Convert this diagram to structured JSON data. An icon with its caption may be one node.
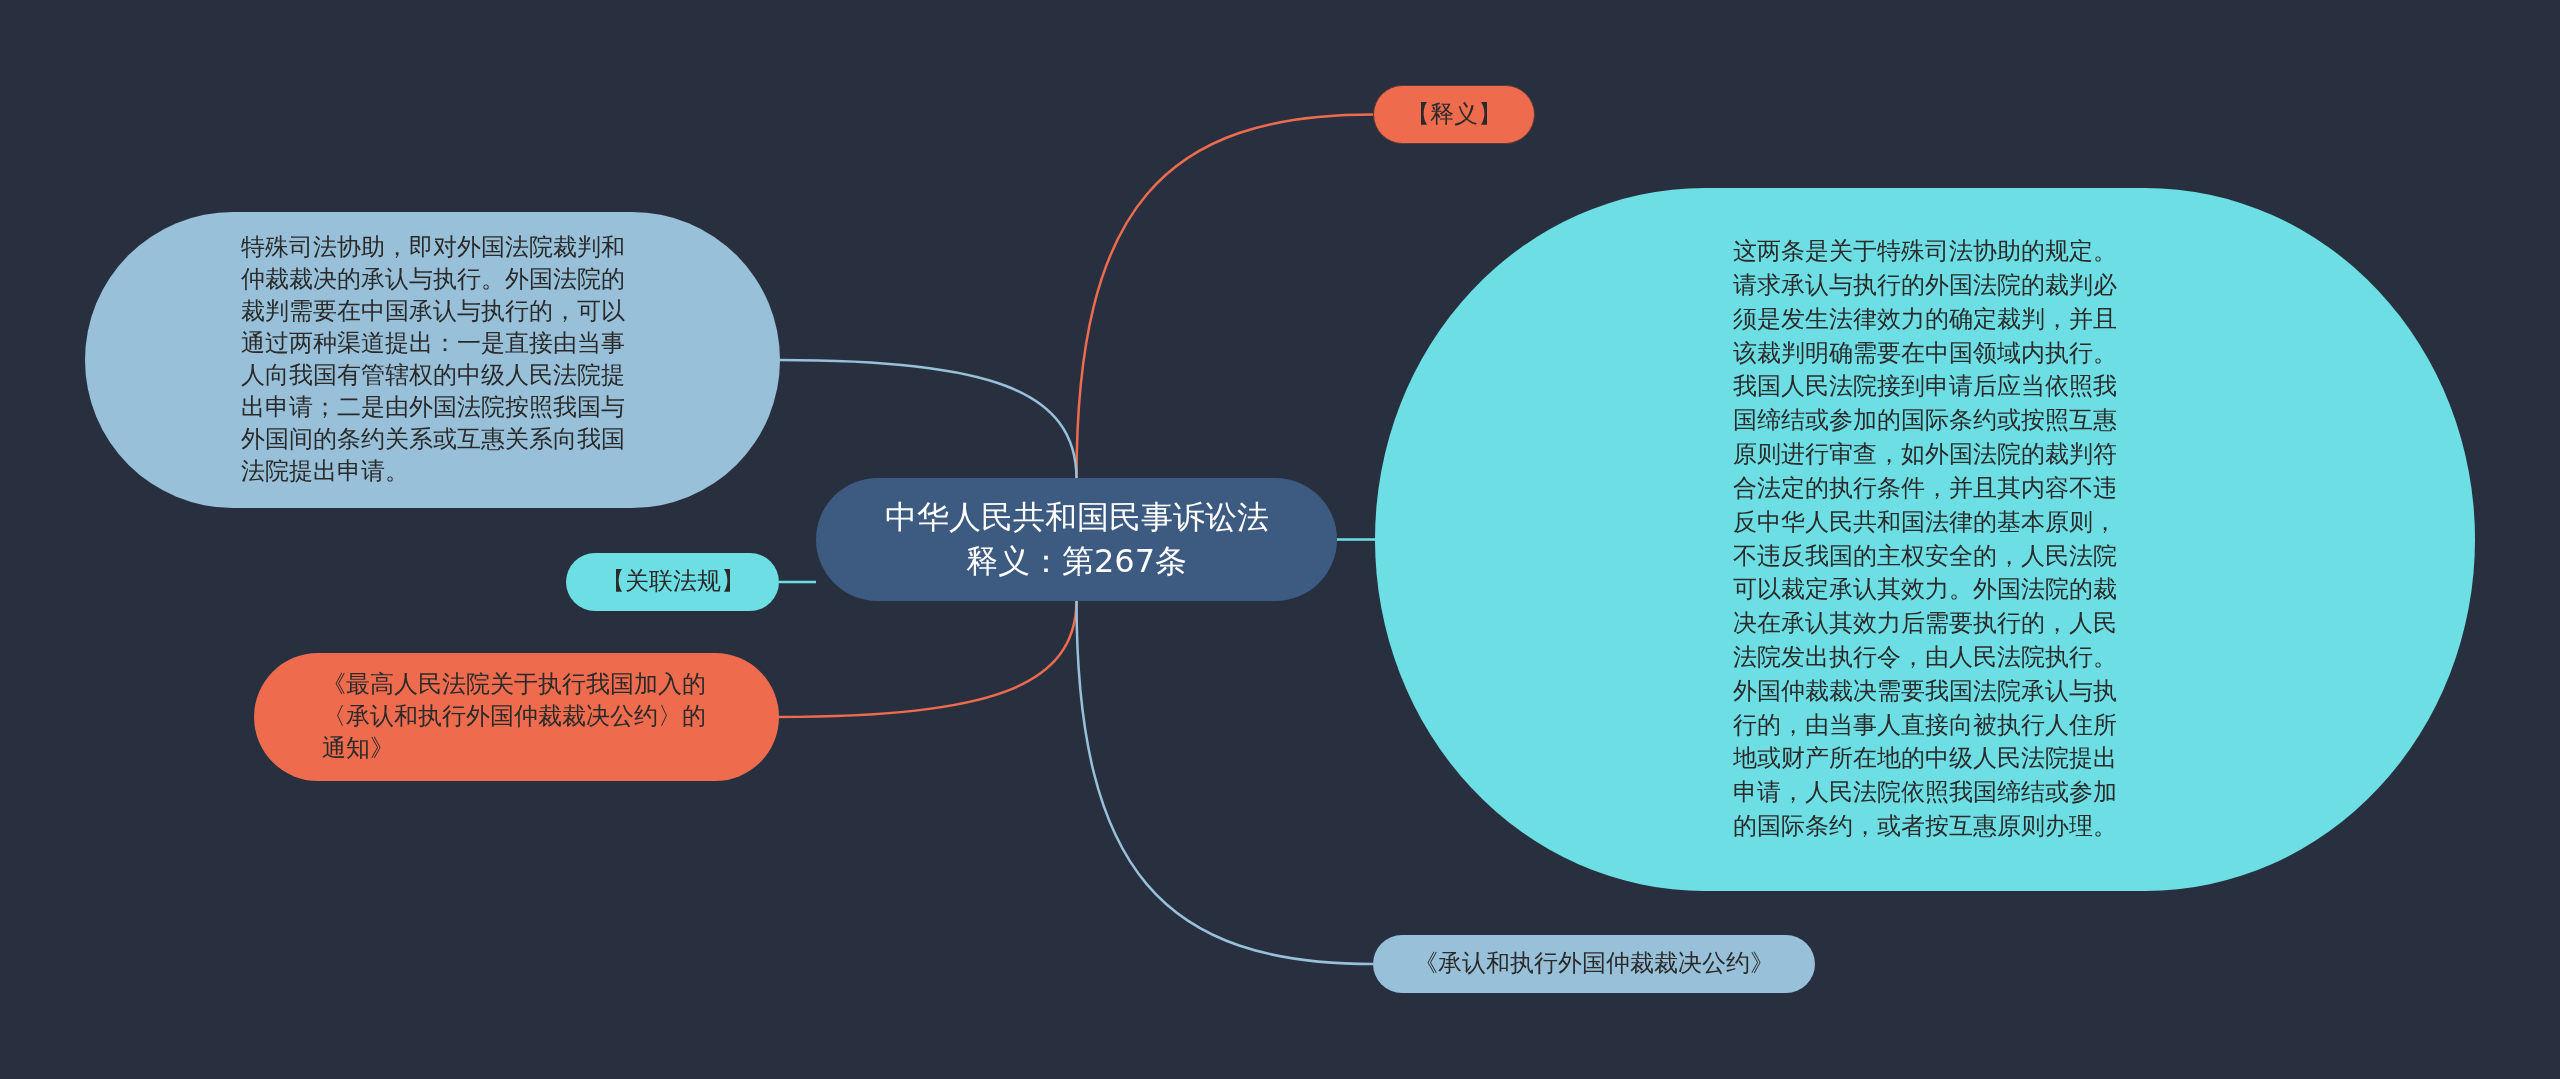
{
  "diagram": {
    "nodes": [
      {
        "text": [
          "中华人民共和国民事诉讼法释义：第267条"
        ]
      },
      {
        "text": [
          "【释义】"
        ]
      },
      {
        "text": [
          "这两条是关于特殊司法协助的规定。请求承认与执行的外国法院的裁判必须是发生法律效力的确定裁判，并且该裁判明确需要在中国领域内执行。我国人民法院接到申请后应当依照我国缔结或参加的国际条约或按照互惠原则进行审查，如外国法院的裁判符合法定的执行条件，并且其内容不违反中华人民共和国法律的基本原则，不违反我国的主权安全的，人民法院可以裁定承认其效力。外国法院的裁决在承认其效力后需要执行的，人民法院发出执行令，由人民法院执行。外国仲裁裁决需要我国法院承认与执行的，由当事人直接向被执行人住所地或财产所在地的中级人民法院提出申请，人民法院依照我国缔结或参加的国际条约，或者按互惠原则办理。"
        ]
      },
      {
        "text": [
          "特殊司法协助，即对外国法院裁判和仲裁裁决的承认与执行。外国法院的裁判需要在中国承认与执行的，可以通过两种渠道提出：一是直接由当事人向我国有管辖权的中级人民法院提出申请；二是由外国法院按照我国与外国间的条约关系或互惠关系向我国法院提出申请。"
        ]
      },
      {
        "text": [
          "【关联法规】"
        ]
      },
      {
        "text": [
          "《最高人民法院关于执行我国加入的〈承认和执行外国仲裁裁决公约〉的通知》"
        ]
      },
      {
        "text": [
          "《承认和执行外国仲裁裁决公约》"
        ]
      }
    ],
    "edges": [
      {
        "from": 0,
        "to": 1,
        "arrow": "none",
        "color": "#ee6c4d"
      },
      {
        "from": 0,
        "to": 2,
        "arrow": "none",
        "color": "#6ddfe4"
      },
      {
        "from": 0,
        "to": 3,
        "arrow": "none",
        "color": "#98c1d9"
      },
      {
        "from": 0,
        "to": 4,
        "arrow": "none",
        "color": "#6ddfe4"
      },
      {
        "from": 0,
        "to": 5,
        "arrow": "none",
        "color": "#ee6c4d"
      },
      {
        "from": 0,
        "to": 6,
        "arrow": "none",
        "color": "#98c1d9"
      }
    ]
  }
}
